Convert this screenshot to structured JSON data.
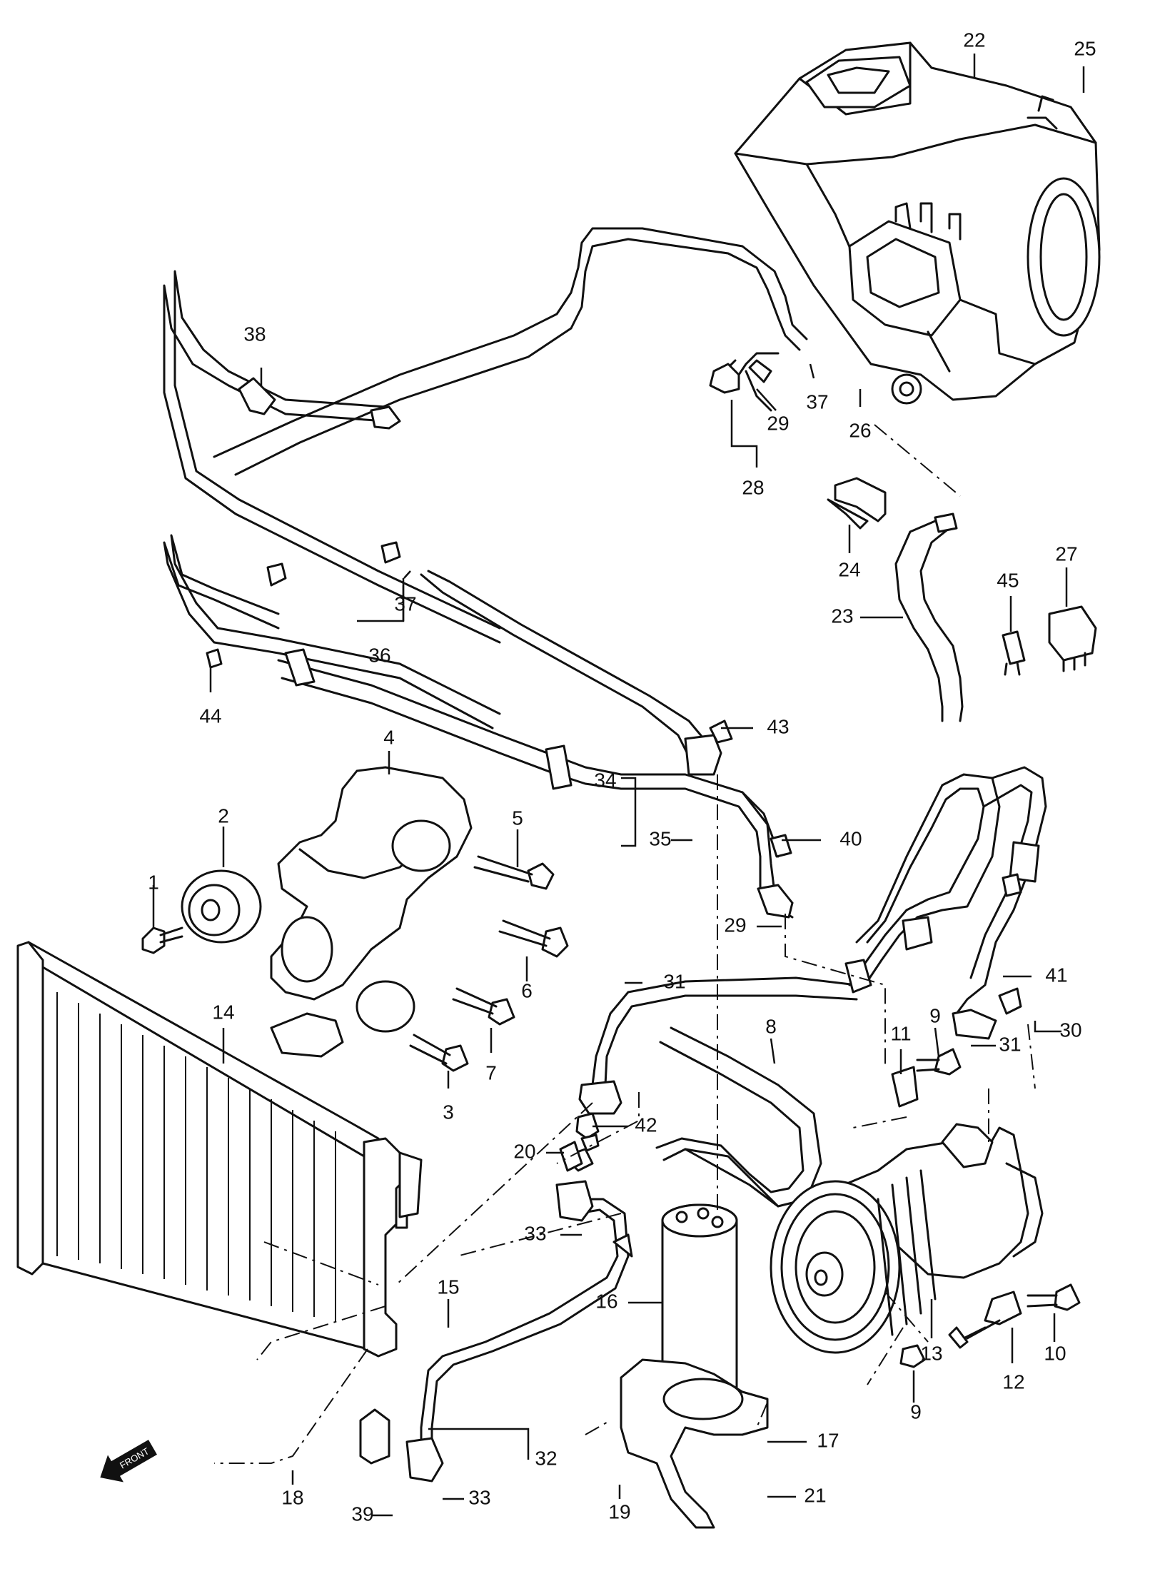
{
  "callouts": [
    {
      "id": "c1",
      "label": "1"
    },
    {
      "id": "c2",
      "label": "2"
    },
    {
      "id": "c3",
      "label": "3"
    },
    {
      "id": "c4",
      "label": "4"
    },
    {
      "id": "c5",
      "label": "5"
    },
    {
      "id": "c6",
      "label": "6"
    },
    {
      "id": "c7",
      "label": "7"
    },
    {
      "id": "c8",
      "label": "8"
    },
    {
      "id": "c9a",
      "label": "9"
    },
    {
      "id": "c9b",
      "label": "9"
    },
    {
      "id": "c10",
      "label": "10"
    },
    {
      "id": "c11",
      "label": "11"
    },
    {
      "id": "c12",
      "label": "12"
    },
    {
      "id": "c13",
      "label": "13"
    },
    {
      "id": "c14",
      "label": "14"
    },
    {
      "id": "c15",
      "label": "15"
    },
    {
      "id": "c16",
      "label": "16"
    },
    {
      "id": "c17",
      "label": "17"
    },
    {
      "id": "c18",
      "label": "18"
    },
    {
      "id": "c19",
      "label": "19"
    },
    {
      "id": "c20",
      "label": "20"
    },
    {
      "id": "c21",
      "label": "21"
    },
    {
      "id": "c22",
      "label": "22"
    },
    {
      "id": "c23",
      "label": "23"
    },
    {
      "id": "c24",
      "label": "24"
    },
    {
      "id": "c25",
      "label": "25"
    },
    {
      "id": "c26",
      "label": "26"
    },
    {
      "id": "c27",
      "label": "27"
    },
    {
      "id": "c28",
      "label": "28"
    },
    {
      "id": "c29a",
      "label": "29"
    },
    {
      "id": "c29b",
      "label": "29"
    },
    {
      "id": "c30",
      "label": "30"
    },
    {
      "id": "c31a",
      "label": "31"
    },
    {
      "id": "c31b",
      "label": "31"
    },
    {
      "id": "c32",
      "label": "32"
    },
    {
      "id": "c33a",
      "label": "33"
    },
    {
      "id": "c33b",
      "label": "33"
    },
    {
      "id": "c34",
      "label": "34"
    },
    {
      "id": "c35",
      "label": "35"
    },
    {
      "id": "c36",
      "label": "36"
    },
    {
      "id": "c37a",
      "label": "37"
    },
    {
      "id": "c37b",
      "label": "37"
    },
    {
      "id": "c38",
      "label": "38"
    },
    {
      "id": "c39",
      "label": "39"
    },
    {
      "id": "c40",
      "label": "40"
    },
    {
      "id": "c41",
      "label": "41"
    },
    {
      "id": "c42",
      "label": "42"
    },
    {
      "id": "c43",
      "label": "43"
    },
    {
      "id": "c44",
      "label": "44"
    },
    {
      "id": "c45",
      "label": "45"
    }
  ],
  "front_marker": "FRONT"
}
